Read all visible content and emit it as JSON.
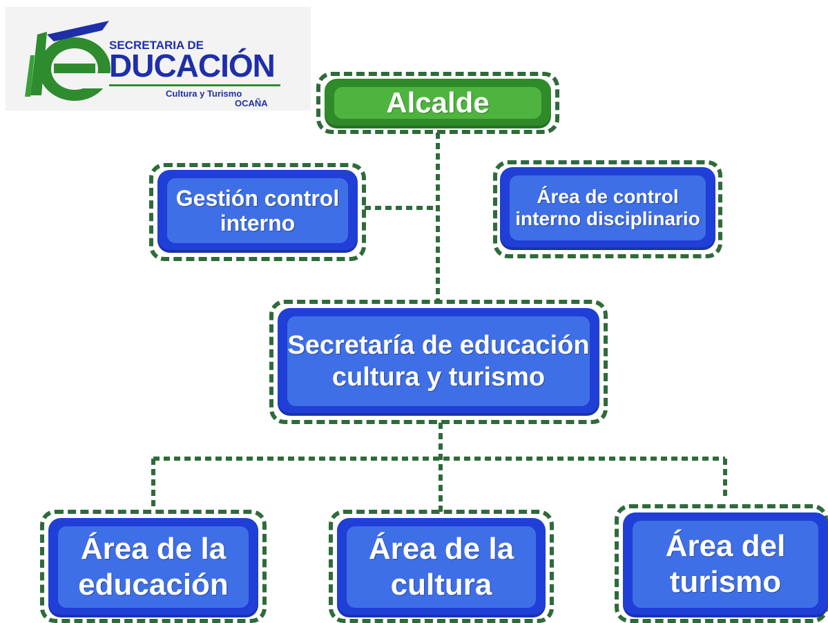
{
  "logo": {
    "line1": "SECRETARIA DE",
    "line2": "DUCACIÓN",
    "line3": "Cultura  y  Turismo",
    "line4": "OCAÑA",
    "letter": "e"
  },
  "nodes": {
    "alcalde": "Alcalde",
    "gestion": [
      "Gestión control",
      "interno"
    ],
    "area_control": [
      "Área de control",
      "interno disciplinario"
    ],
    "secretaria": [
      "Secretaría de educación",
      "cultura y turismo"
    ],
    "educacion": [
      "Área de la",
      "educación"
    ],
    "cultura": [
      "Área de la",
      "cultura"
    ],
    "turismo": [
      "Área del",
      "turismo"
    ]
  },
  "colors": {
    "box_blue": "#1f3fd6",
    "box_blue_inner": "#3f6fe6",
    "box_green": "#2f8a2a",
    "box_green_inner": "#4fb43f",
    "dash": "#2f6b3a"
  }
}
